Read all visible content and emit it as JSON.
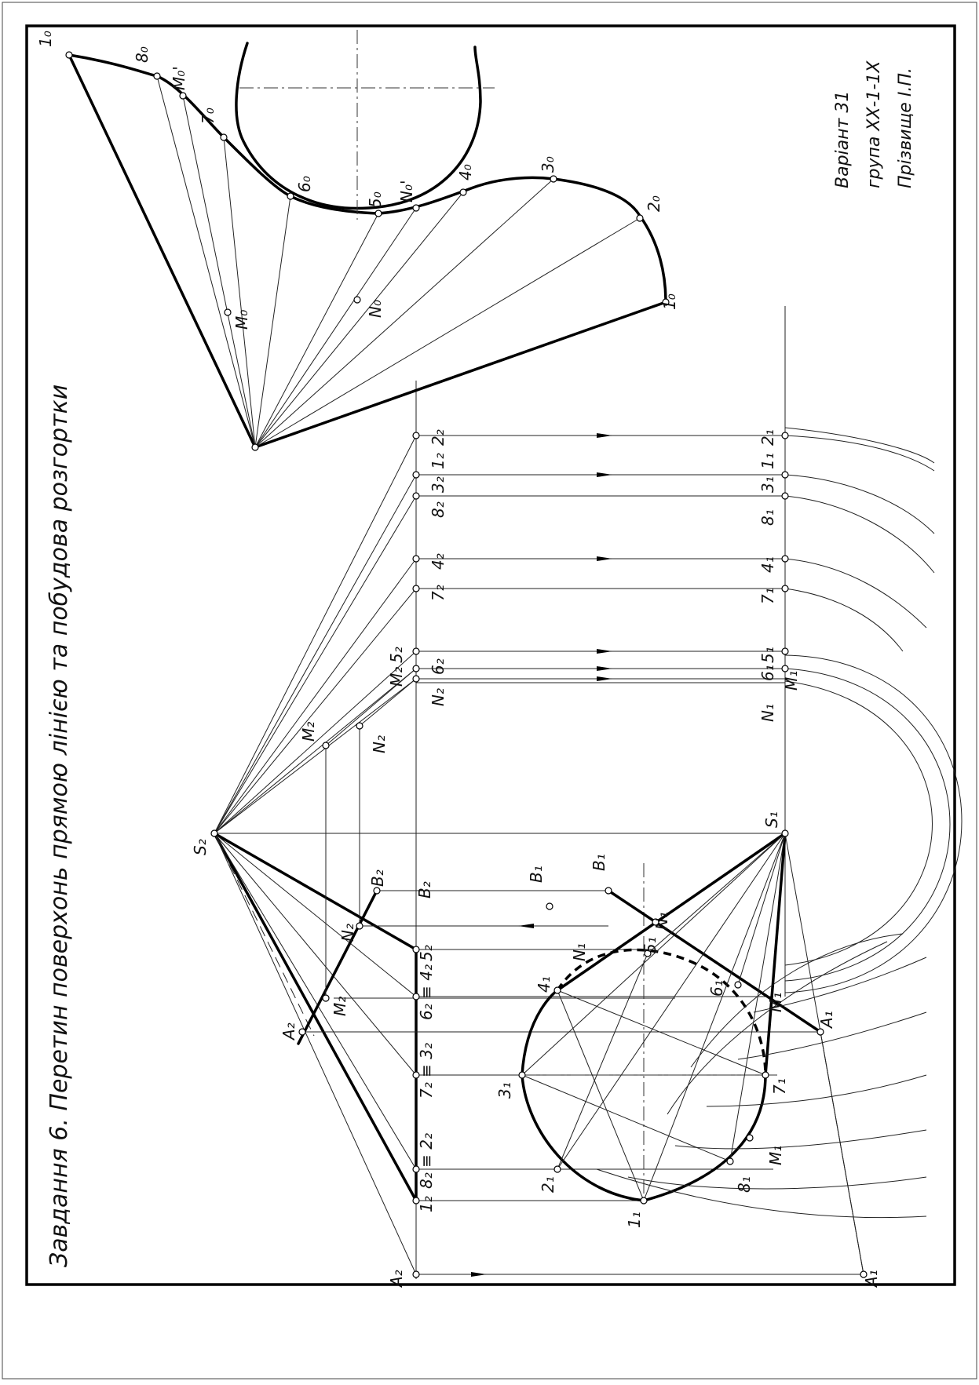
{
  "title": "Завдання 6. Перетин поверхонь прямою лінією та побудова розгортки",
  "stamp": {
    "variant": "Варіант 31",
    "group": "група ХХ-1-1Х",
    "surname": "Прізвище І.П."
  },
  "labels": {
    "S2": "S₂",
    "S1": "S₁",
    "A2": "A₂",
    "A1": "A₁",
    "Abar2": "A₂",
    "Abar1": "A₁",
    "B2": "B₂",
    "B1": "B₁",
    "Bbar2": "B₂",
    "Bbar1": "B₁",
    "N2": "N₂",
    "M2": "M₂",
    "N1": "N₁",
    "M1": "M₁",
    "M1b": "M₁",
    "Nbar1": "N₁",
    "f12": "1₂",
    "f82": "8₂ ≡ 2₂",
    "f72": "7₂ ≡ 3₂",
    "f62": "6₂ ≡ 4₂",
    "f52": "5₂",
    "h11": "1₁",
    "h21": "2₁",
    "h31": "3₁",
    "h41": "4₁",
    "h51": "5₁",
    "h61": "6₁",
    "h71": "7₁",
    "h81": "8₁",
    "r12": "1₂",
    "r22": "2₂",
    "r32": "3₂",
    "r82": "8₂",
    "r42": "4₂",
    "r72": "7₂",
    "r52": "5₂",
    "r62": "6₂",
    "rM2": "M₂",
    "rN2": "N₂",
    "rM2b": "M₂",
    "rN2b": "N₂",
    "r11": "1₁",
    "r21": "2₁",
    "r31": "3₁",
    "r81": "8₁",
    "r41": "4₁",
    "r71": "7₁",
    "r51": "5₁",
    "r61": "6₁",
    "rN1": "N₁",
    "rM1": "M₁",
    "d10": "1₀",
    "d80": "8₀",
    "dM0p": "M₀'",
    "d70": "7₀",
    "d60": "6₀",
    "d50": "5₀",
    "dN0p": "N₀'",
    "d40": "4₀",
    "d30": "3₀",
    "d20": "2₀",
    "d10b": "1₀",
    "dM0": "M₀",
    "dN0": "N₀"
  }
}
